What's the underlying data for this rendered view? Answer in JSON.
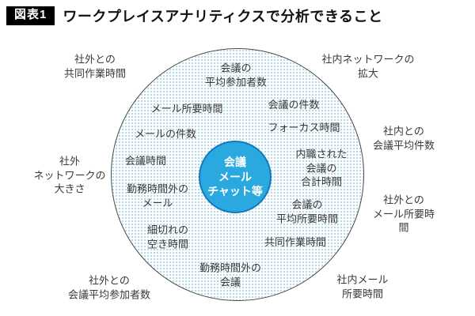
{
  "header": {
    "badge": "図表1",
    "title": "ワークプレイスアナリティクスで分析できること"
  },
  "diagram": {
    "center_label": "会議\nメール\nチャット等",
    "colors": {
      "center_fill": "#29a9e0",
      "center_border": "#0f7abc",
      "outer_dot": "#b7d7e7",
      "outer_border": "#4a4a4a",
      "badge_bg": "#000000",
      "badge_text": "#ffffff"
    },
    "inner_labels": [
      "会議の\n平均参加者数",
      "会議の件数",
      "フォーカス時間",
      "メール所要時間",
      "メールの件数",
      "会議時間",
      "勤務時間外の\nメール",
      "細切れの\n空き時間",
      "内職された\n会議の\n合計時間",
      "会議の\n平均所要時間",
      "共同作業時間",
      "勤務時間外の\n会議"
    ],
    "outer_labels": [
      "社外との\n共同作業時間",
      "社内ネットワークの\n拡大",
      "社外\nネットワークの\n大きさ",
      "社内との\n会議平均件数",
      "社外との\nメール所要時間",
      "社外との\n会議平均参加者数",
      "社内メール\n所要時間"
    ]
  }
}
